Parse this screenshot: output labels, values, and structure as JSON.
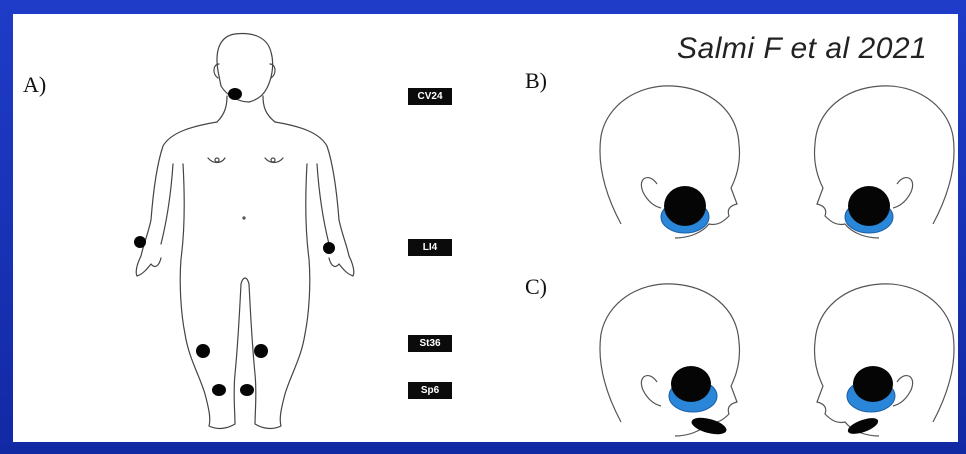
{
  "citation": "Salmi F et al 2021",
  "panels": {
    "a_label": "A)",
    "b_label": "B)",
    "c_label": "C)"
  },
  "points": {
    "cv24": "CV24",
    "li4": "LI4",
    "st36": "St36",
    "sp6": "Sp6"
  },
  "colors": {
    "frame": "#1a33b8",
    "marker": "#050505",
    "ear_pad": "#2a86d8"
  }
}
